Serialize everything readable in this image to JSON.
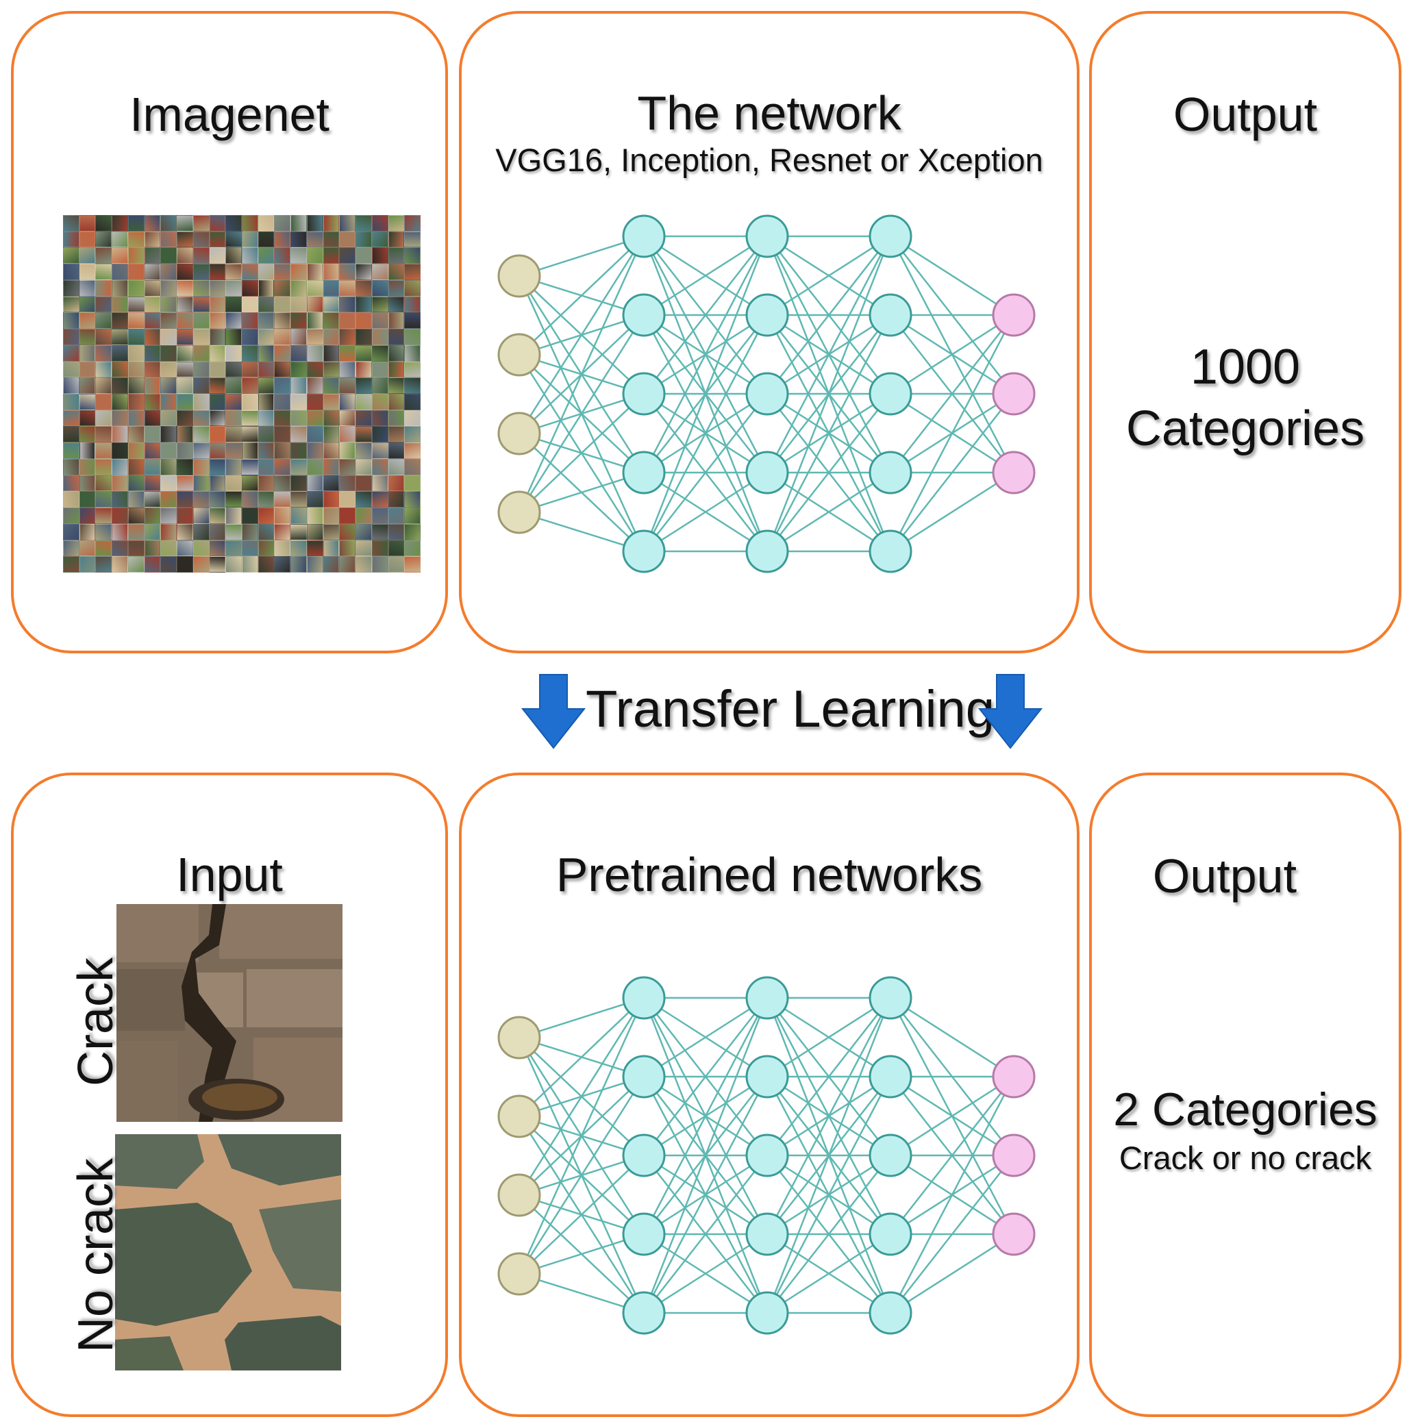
{
  "top": {
    "left_panel": {
      "title": "Imagenet"
    },
    "middle_panel": {
      "title": "The network",
      "subtitle": "VGG16, Inception, Resnet or Xception"
    },
    "right_panel": {
      "title": "Output",
      "line1": "1000",
      "line2": "Categories"
    }
  },
  "transfer": {
    "label": "Transfer Learning"
  },
  "bottom": {
    "left_panel": {
      "title": "Input",
      "crack_label": "Crack",
      "no_crack_label": "No crack"
    },
    "middle_panel": {
      "title": "Pretrained networks"
    },
    "right_panel": {
      "title": "Output",
      "line1": "2 Categories",
      "line2": "Crack or no crack"
    }
  },
  "network": {
    "layers": [
      4,
      5,
      5,
      5,
      3
    ],
    "colors": {
      "input": "#e3dfbd",
      "hidden": "#bff0f0",
      "output": "#f6c6ec",
      "edge": "#5fb8b2",
      "stroke": "#3a9b96"
    }
  },
  "colors": {
    "panel_border": "#f47c2c",
    "arrow": "#1f6fd1"
  }
}
